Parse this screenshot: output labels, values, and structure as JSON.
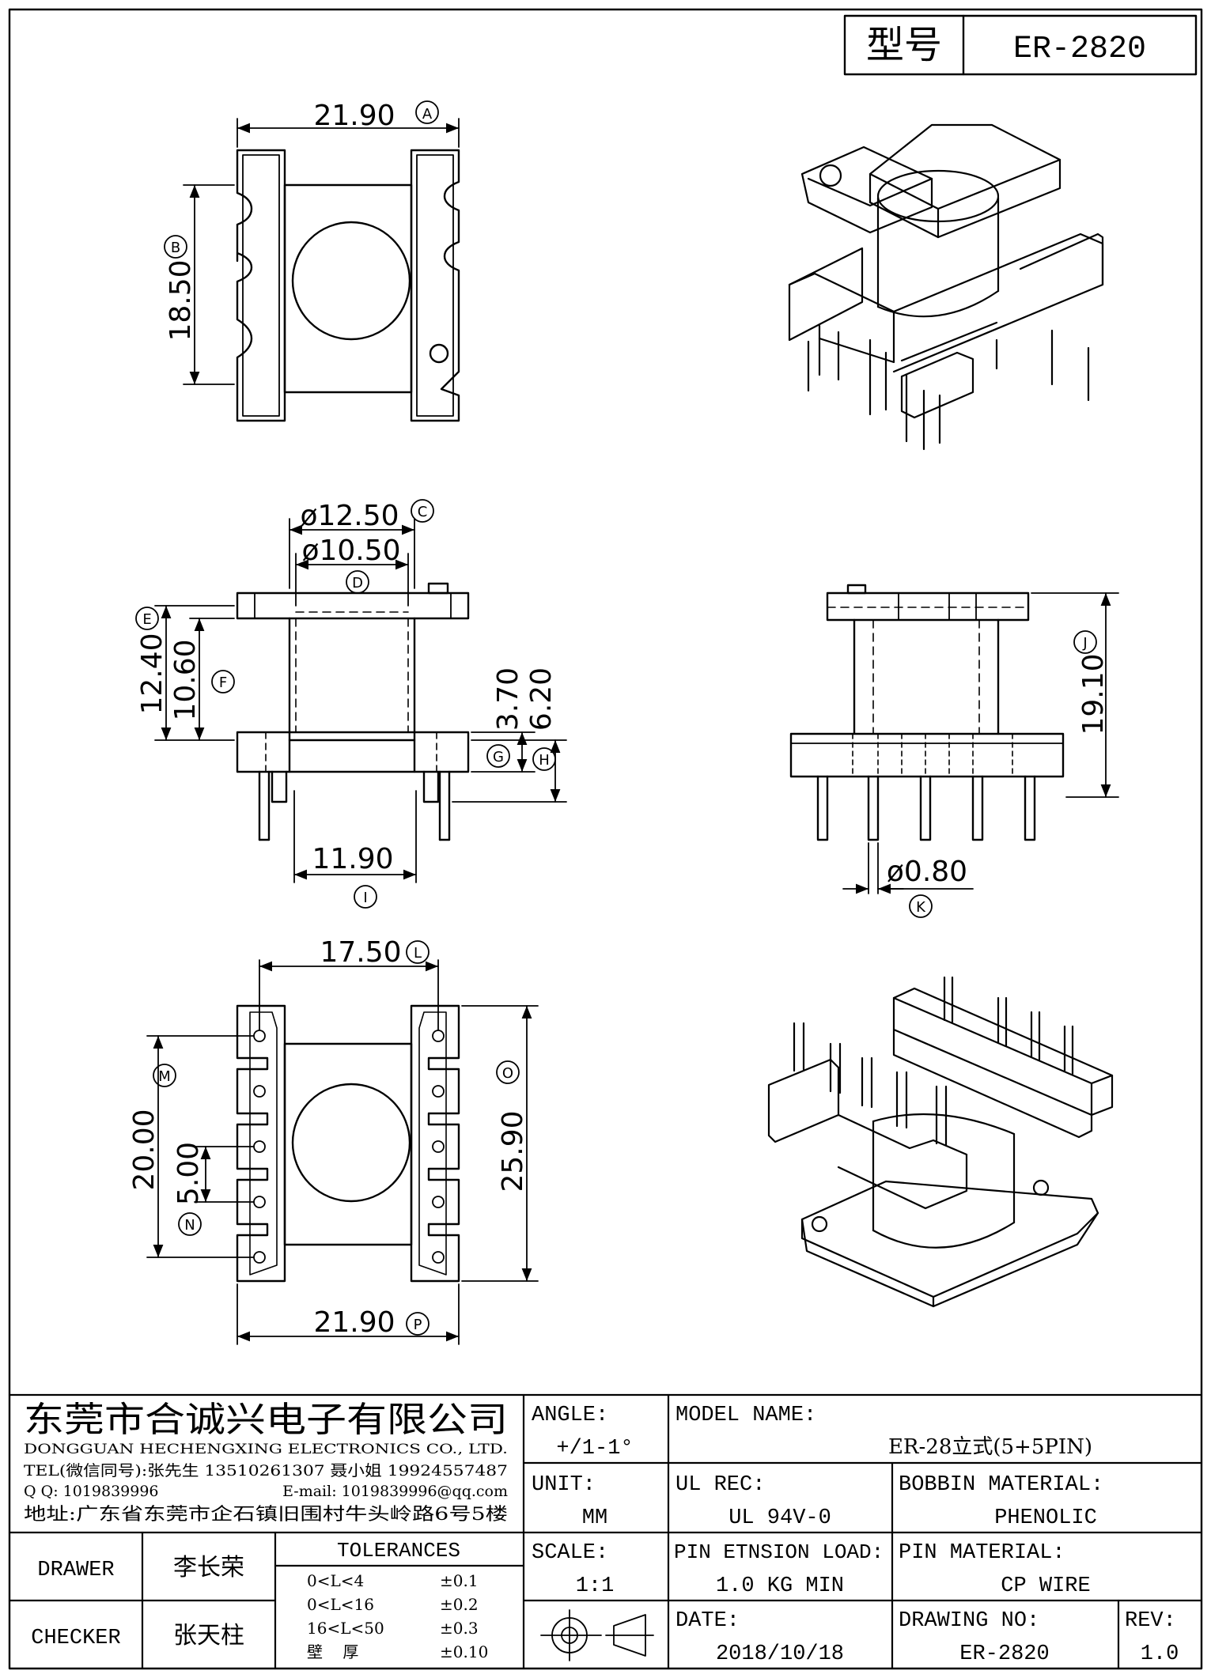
{
  "title_block": {
    "model_label": "型号",
    "model_value": "ER-2820"
  },
  "dimensions": {
    "A": {
      "letter": "A",
      "value": "21.90"
    },
    "B": {
      "letter": "B",
      "value": "18.50"
    },
    "C": {
      "letter": "C",
      "value": "ø12.50"
    },
    "D": {
      "letter": "D",
      "value": "ø10.50"
    },
    "E": {
      "letter": "E",
      "value": "12.40"
    },
    "F": {
      "letter": "F",
      "value": "10.60"
    },
    "G": {
      "letter": "G",
      "value": "3.70"
    },
    "H": {
      "letter": "H",
      "value": "6.20"
    },
    "I": {
      "letter": "I",
      "value": "11.90"
    },
    "J": {
      "letter": "J",
      "value": "19.10"
    },
    "K": {
      "letter": "K",
      "value": "ø0.80"
    },
    "L": {
      "letter": "L",
      "value": "17.50"
    },
    "M": {
      "letter": "M",
      "value": "20.00"
    },
    "N": {
      "letter": "N",
      "value": "5.00"
    },
    "O": {
      "letter": "O",
      "value": "25.90"
    },
    "P": {
      "letter": "P",
      "value": "21.90"
    }
  },
  "company": {
    "name_cn": "东莞市合诚兴电子有限公司",
    "name_en": "DONGGUAN HECHENGXING ELECTRONICS CO., LTD.",
    "tel": "TEL(微信同号):张先生 13510261307 聂小姐 19924557487",
    "qq": "Q Q: 1019839996",
    "email": "E-mail: 1019839996@qq.com",
    "address": "地址:广东省东莞市企石镇旧围村牛头岭路6号5楼"
  },
  "info": {
    "angle_label": "ANGLE:",
    "angle_value": "+/1-1°",
    "unit_label": "UNIT:",
    "unit_value": "MM",
    "scale_label": "SCALE:",
    "scale_value": "1:1",
    "model_name_label": "MODEL NAME:",
    "model_name_value": "ER-28立式(5+5PIN)",
    "ul_label": "UL REC:",
    "ul_value": "UL 94V-0",
    "bobbin_label": "BOBBIN MATERIAL:",
    "bobbin_value": "PHENOLIC",
    "pin_load_label": "PIN ETNSION LOAD:",
    "pin_load_value": "1.0 KG MIN",
    "pin_mat_label": "PIN MATERIAL:",
    "pin_mat_value": "CP WIRE",
    "date_label": "DATE:",
    "date_value": "2018/10/18",
    "drawing_no_label": "DRAWING NO:",
    "drawing_no_value": "ER-2820",
    "rev_label": "REV:",
    "rev_value": "1.0"
  },
  "people": {
    "drawer_label": "DRAWER",
    "drawer_name": "李长荣",
    "checker_label": "CHECKER",
    "checker_name": "张天柱"
  },
  "tolerances": {
    "title": "TOLERANCES",
    "rows": [
      {
        "range": "0<L<4",
        "tol": "±0.1"
      },
      {
        "range": "0<L<16",
        "tol": "±0.2"
      },
      {
        "range": "16<L<50",
        "tol": "±0.3"
      },
      {
        "range": "壁    厚",
        "tol": "±0.10"
      }
    ]
  }
}
